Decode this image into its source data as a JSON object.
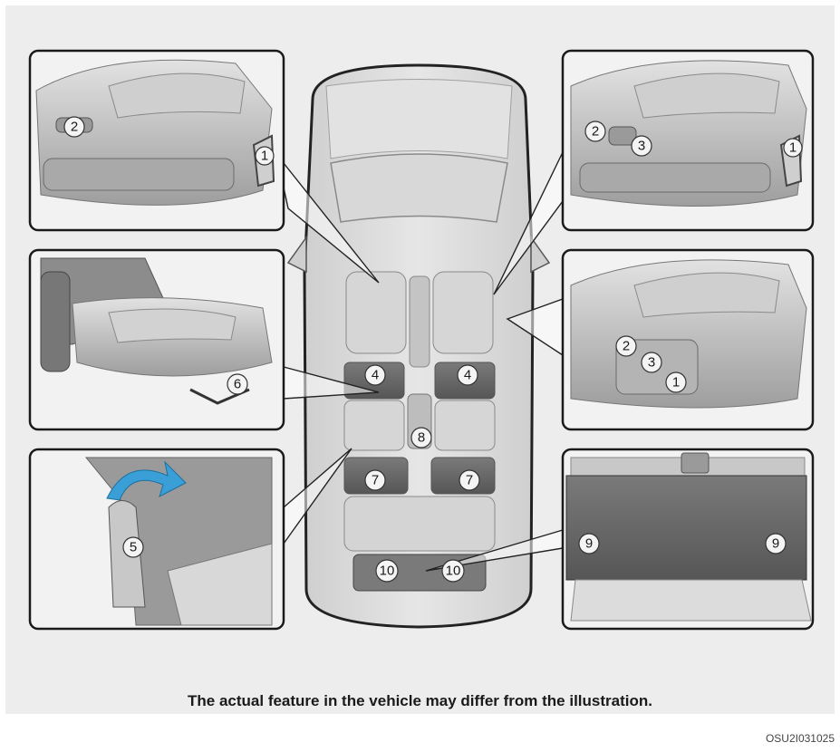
{
  "caption": "The actual feature in the vehicle may differ from the illustration.",
  "image_code": "OSU2I031025",
  "callouts": {
    "front_left_top": [
      "2",
      "1"
    ],
    "front_right_top": [
      "2",
      "3",
      "1"
    ],
    "front_right_bottom": [
      "2",
      "3",
      "1"
    ],
    "second_row_side": [
      "6"
    ],
    "second_row_back": [
      "5"
    ],
    "third_row": [
      "9",
      "9"
    ],
    "car": [
      "4",
      "4",
      "8",
      "7",
      "7",
      "10",
      "10"
    ]
  },
  "colors": {
    "panel_bg": "#ededed",
    "frame_border": "#1a1a1a",
    "seat_gray": "#bdbdbd",
    "arrow_blue": "#3a9fd6"
  }
}
